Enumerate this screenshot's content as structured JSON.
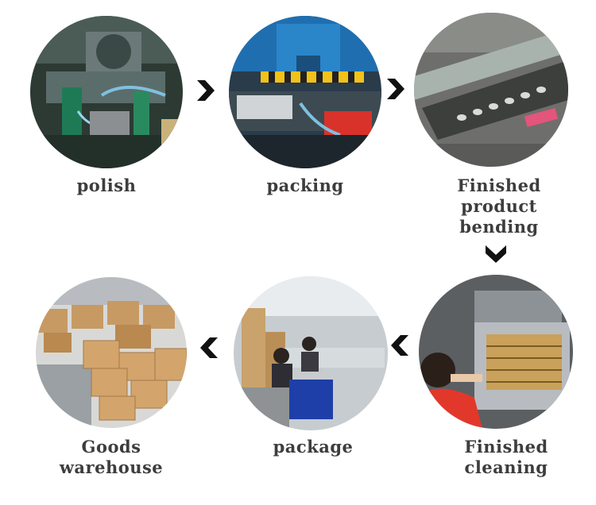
{
  "steps": [
    {
      "label": "polish",
      "icon": "machine-photo"
    },
    {
      "label": "packing",
      "icon": "press-machine-photo"
    },
    {
      "label": "Finished\nproduct\nbending",
      "icon": "bending-tray-photo"
    },
    {
      "label": "Finished\ncleaning",
      "icon": "cleaning-machine-photo"
    },
    {
      "label": "package",
      "icon": "packaging-workers-photo"
    },
    {
      "label": "Goods\nwarehouse",
      "icon": "warehouse-boxes-photo"
    }
  ],
  "colors": {
    "label": "#3d3d3d",
    "arrow": "#111111"
  }
}
